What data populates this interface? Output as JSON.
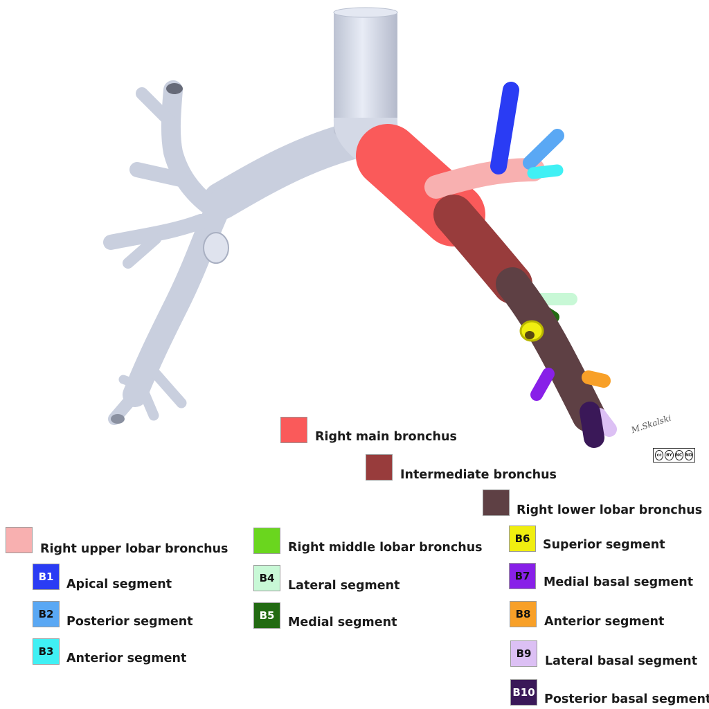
{
  "signature": "M.Skalski",
  "license_badge": {
    "cc": "cc",
    "by": "BY",
    "nc": "NC",
    "nd": "ND"
  },
  "legend": {
    "main": {
      "label": "Right main bronchus",
      "color": "#fa5a5a"
    },
    "intermediate": {
      "label": "Intermediate bronchus",
      "color": "#983c3c"
    },
    "lower": {
      "label": "Right lower lobar bronchus",
      "color": "#5e4044"
    },
    "upper": {
      "label": "Right upper lobar bronchus",
      "color": "#f8b0b0"
    },
    "middle": {
      "label": "Right middle lobar bronchus",
      "color": "#6ad61e"
    },
    "b1": {
      "code": "B1",
      "label": "Apical segment",
      "color": "#2a3cf4",
      "text": "#ffffff"
    },
    "b2": {
      "code": "B2",
      "label": "Posterior segment",
      "color": "#5aa8f4",
      "text": "#111111"
    },
    "b3": {
      "code": "B3",
      "label": "Anterior segment",
      "color": "#40f0f4",
      "text": "#111111"
    },
    "b4": {
      "code": "B4",
      "label": "Lateral segment",
      "color": "#c8f8d6",
      "text": "#111111"
    },
    "b5": {
      "code": "B5",
      "label": "Medial segment",
      "color": "#226a12",
      "text": "#ffffff"
    },
    "b6": {
      "code": "B6",
      "label": "Superior segment",
      "color": "#f0ee10",
      "text": "#111111"
    },
    "b7": {
      "code": "B7",
      "label": "Medial basal segment",
      "color": "#8820e8",
      "text": "#111111"
    },
    "b8": {
      "code": "B8",
      "label": "Anterior segment",
      "color": "#f8a028",
      "text": "#111111"
    },
    "b9": {
      "code": "B9",
      "label": "Lateral basal segment",
      "color": "#dcc0f4",
      "text": "#111111"
    },
    "b10": {
      "code": "B10",
      "label": "Posterior basal segment",
      "color": "#3a1858",
      "text": "#ffffff"
    }
  }
}
